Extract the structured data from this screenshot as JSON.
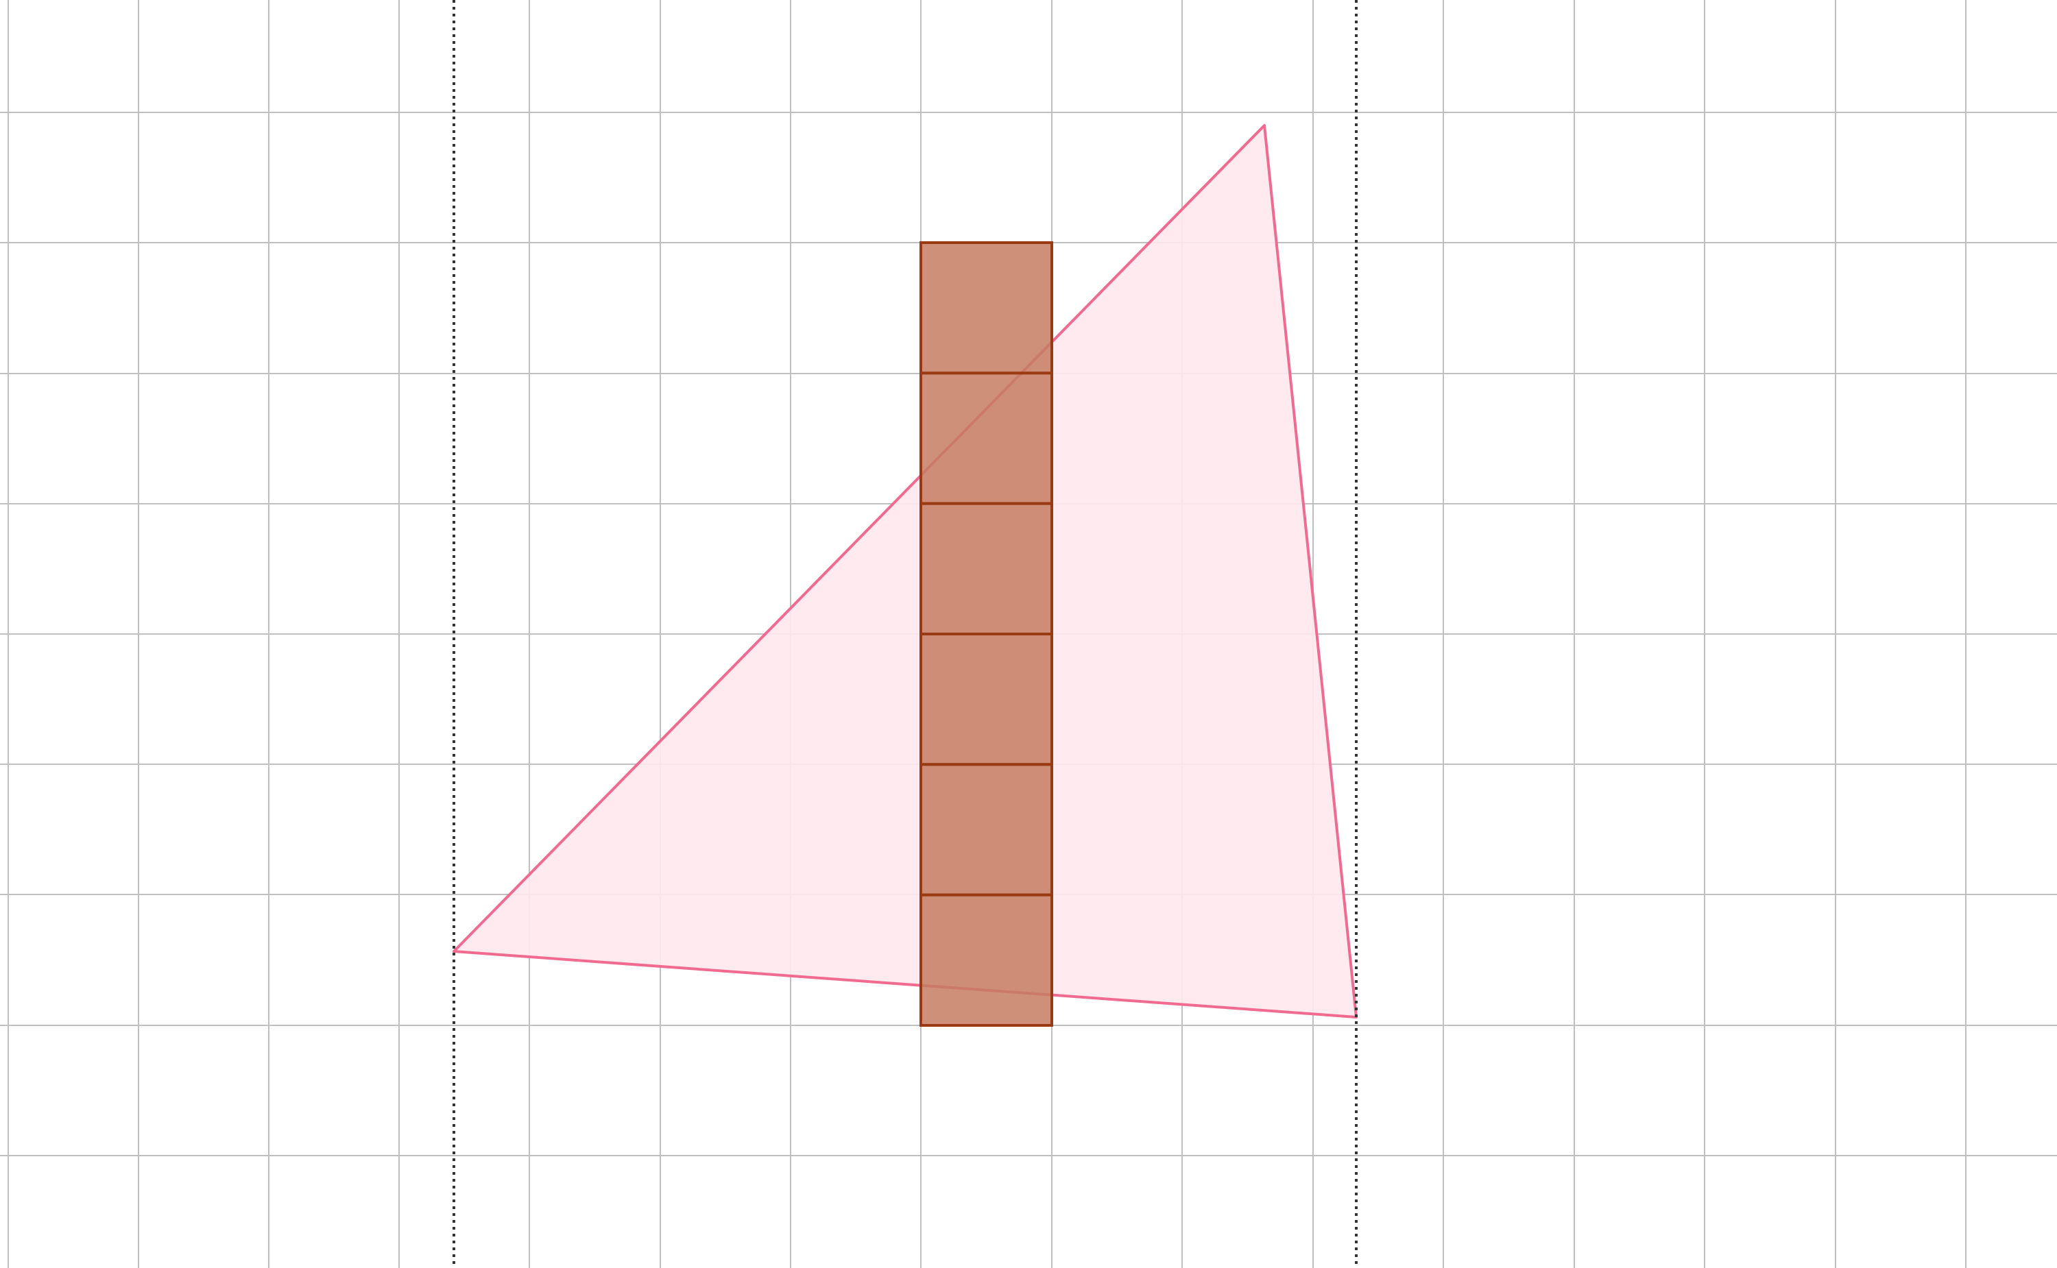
{
  "diagram": {
    "grid": {
      "visible": true,
      "color": "#c0c0c0",
      "background": "#ffffff"
    },
    "guides": {
      "style": "dotted",
      "color": "#333333"
    },
    "triangle": {
      "stroke": "#f06b8f",
      "fill": "#ffe8ee",
      "vertex_count": 3
    },
    "column": {
      "unit_count": 6,
      "fill": "#c57d62",
      "fill_opacity": 0.85,
      "stroke": "#9a3a12"
    }
  }
}
